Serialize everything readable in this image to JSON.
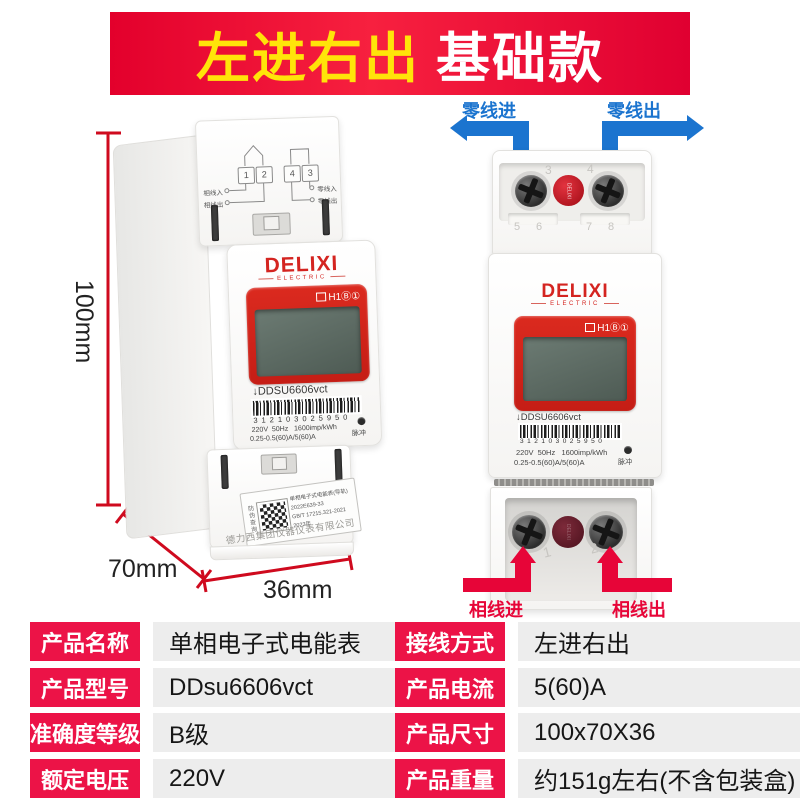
{
  "banner": {
    "highlight": "左进右出",
    "rest": "基础款"
  },
  "dimensions": {
    "height": "100mm",
    "depth": "70mm",
    "width": "36mm"
  },
  "left_meter": {
    "diagram": {
      "terminals": [
        "1",
        "2",
        "4",
        "3"
      ],
      "phase_in": "相线入",
      "phase_out": "相线出",
      "neutral_in": "零线入",
      "neutral_out": "零线出"
    },
    "brand": "DELIXI",
    "brand_sub": "ELECTRIC",
    "display_icons": "H1Ⓑ①",
    "model": "↓DDSU6606vct",
    "barcode_digits": "312103025950",
    "spec_line1": "220V  50Hz   1600imp/kWh",
    "spec_line2": "0.25-0.5(60)A/5(60)A",
    "pulse_label": "脉冲",
    "label": {
      "side": "防伪查询",
      "product": "单相电子式电能表(导轨)",
      "cert": "2022E639-33",
      "standard": "GB/T 17215.321-2021",
      "year": "2023年",
      "company": "德力西集团仪器仪表有限公司"
    }
  },
  "right_meter": {
    "neutral_in": "零线进",
    "neutral_out": "零线出",
    "phase_in": "相线进",
    "phase_out": "相线出",
    "seal_text": "DELIXI",
    "top_terminals": [
      "3",
      "4"
    ],
    "top_row": [
      "5",
      "6",
      "7",
      "8"
    ],
    "bottom_terminals": [
      "1",
      "2"
    ],
    "brand": "DELIXI",
    "brand_sub": "ELECTRIC",
    "display_icons": "H1Ⓑ①",
    "model": "↓DDSU6606vct",
    "barcode_digits": "312103025950",
    "spec_line1": "220V  50Hz   1600imp/kWh",
    "spec_line2": "0.25-0.5(60)A/5(60)A",
    "pulse_label": "脉冲"
  },
  "table": {
    "left": [
      {
        "label": "产品名称",
        "value": "单相电子式电能表"
      },
      {
        "label": "产品型号",
        "value": "DDsu6606vct"
      },
      {
        "label": "准确度等级",
        "value": "B级"
      },
      {
        "label": "额定电压",
        "value": "220V"
      }
    ],
    "right": [
      {
        "label": "接线方式",
        "value": "左进右出"
      },
      {
        "label": "产品电流",
        "value": "5(60)A"
      },
      {
        "label": "产品尺寸",
        "value": "100x70X36"
      },
      {
        "label": "产品重量",
        "value": "约151g左右(不含包装盒)"
      }
    ]
  },
  "colors": {
    "banner_red": "#e60031",
    "highlight_yellow": "#ffe409",
    "arrow_blue": "#1b74cf",
    "arrow_red": "#e70538",
    "table_label_red": "#ec1347",
    "table_value_bg": "#ededed",
    "panel_red": "#d8251c",
    "brand_red": "#d42420",
    "lcd_green": "#5d6b64",
    "dimension_red": "#cf0a1e"
  }
}
